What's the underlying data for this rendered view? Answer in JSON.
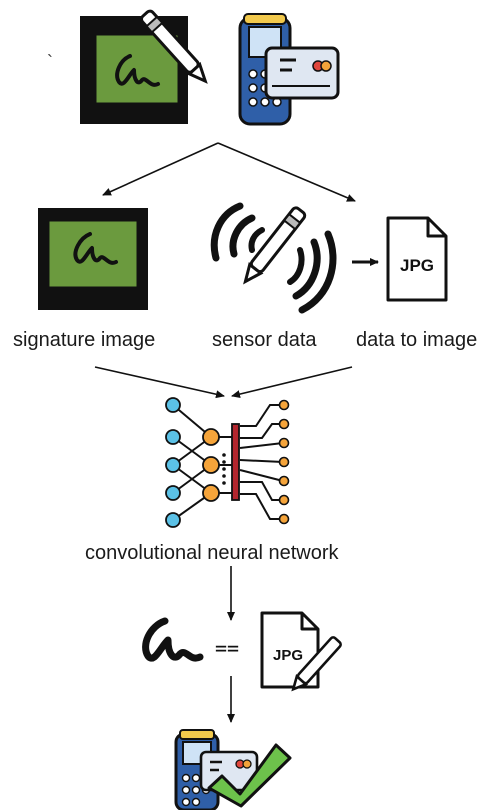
{
  "labels": {
    "signature_image": "signature image",
    "sensor_data": "sensor data",
    "data_to_image": "data to image",
    "cnn": "convolutional neural network",
    "equals": "==",
    "jpg": "JPG",
    "stray_mark": "`"
  },
  "colors": {
    "screen_green": "#6b9a3e",
    "frame_black": "#111111",
    "terminal_blue": "#2f5fa8",
    "terminal_yellow": "#f2c94c",
    "card_light": "#dfe7f2",
    "card_red": "#e0463c",
    "card_orange": "#f2a33a",
    "nn_blue": "#5bc1e6",
    "nn_orange": "#f5a43a",
    "nn_red": "#b3262e",
    "check_green": "#6dc24b"
  },
  "icons": [
    "signature-tablet-icon",
    "payment-terminal-icon",
    "signature-screen-icon",
    "stylus-signal-icon",
    "jpg-file-icon",
    "neural-network-icon",
    "signature-scribble-icon",
    "jpg-file-pen-icon",
    "terminal-check-icon"
  ]
}
